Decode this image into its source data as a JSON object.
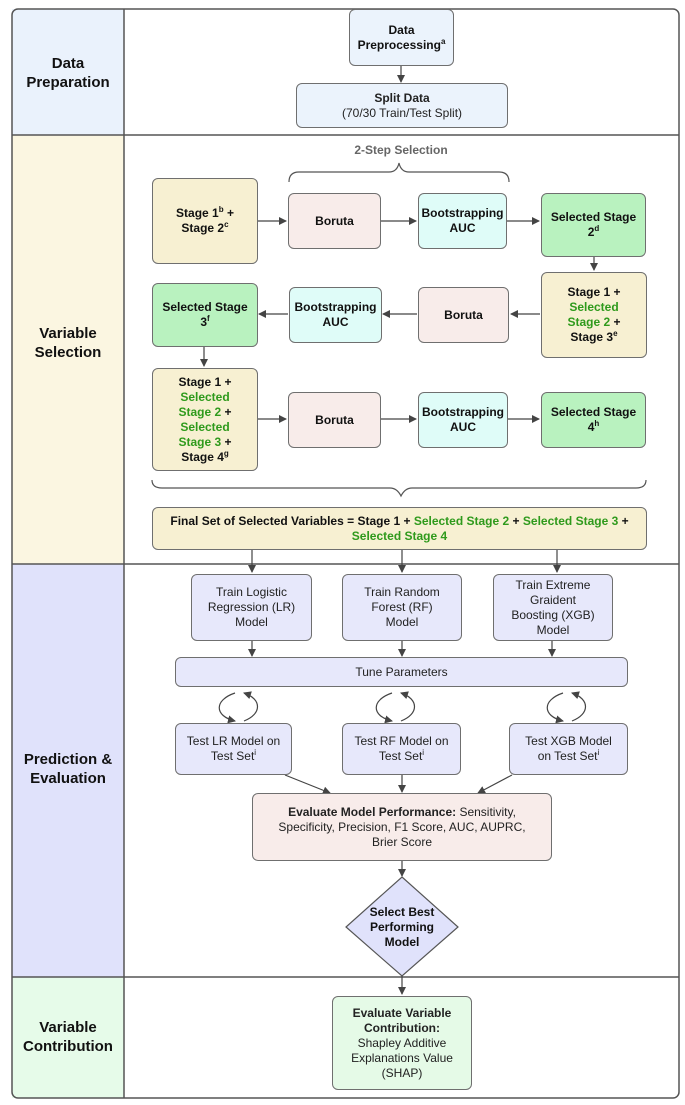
{
  "sections": {
    "data_preparation": "Data Preparation",
    "variable_selection": "Variable Selection",
    "prediction_evaluation": "Prediction & Evaluation",
    "variable_contribution": "Variable Contribution"
  },
  "colors": {
    "prep_bg": "#eaf2fc",
    "selection_bg": "#fbf6e1",
    "prediction_bg": "#e0e2fb",
    "contribution_bg": "#e6fbe9",
    "highlight_green": "#2f9a1c"
  },
  "nodes": {
    "data_preprocessing": {
      "text": "Data Preprocessing",
      "sup": "a"
    },
    "split_data": {
      "title": "Split Data",
      "detail": "(70/30 Train/Test Split)"
    },
    "two_step_label": "2-Step Selection",
    "stage12": {
      "s1": "Stage 1",
      "sup1": "b",
      "plus": "+",
      "s2": "Stage 2",
      "sup2": "c"
    },
    "boruta": "Boruta",
    "bootstrapping_auc": "Bootstrapping AUC",
    "selected_stage2": {
      "text": "Selected Stage 2",
      "sup": "d"
    },
    "stage1_sel2_stage3": {
      "stage1": "Stage 1 +",
      "sel": "Selected",
      "stage2": "Stage 2",
      "plus": "+",
      "stage3": "Stage 3",
      "sup": "e"
    },
    "selected_stage3": {
      "text": "Selected Stage 3",
      "sup": "f"
    },
    "stage1_sel2_sel3_stage4": {
      "stage1": "Stage 1 +",
      "sel_a": "Selected",
      "stage2": "Stage 2",
      "plus_a": "+",
      "sel_b": "Selected",
      "stage3": "Stage 3",
      "plus_b": "+",
      "stage4": "Stage 4",
      "sup": "g"
    },
    "selected_stage4": {
      "text": "Selected Stage 4",
      "sup": "h"
    },
    "final_set": {
      "prefix": "Final Set of Selected Variables = Stage 1 + ",
      "sel2": "Selected Stage 2",
      "plus1": " + ",
      "sel3": "Selected Stage 3",
      "plus2": " + ",
      "sel4": "Selected Stage 4"
    },
    "train_lr": "Train Logistic Regression (LR) Model",
    "train_rf": "Train Random Forest (RF) Model",
    "train_xgb": "Train Extreme Graident Boosting (XGB) Model",
    "tune_parameters": "Tune Parameters",
    "test_lr": {
      "text": "Test LR Model on Test Set",
      "sup": "i"
    },
    "test_rf": {
      "text": "Test RF Model on Test Set",
      "sup": "i"
    },
    "test_xgb": {
      "text": "Test XGB Model on Test Set",
      "sup": "i"
    },
    "evaluate_performance": {
      "bold": "Evaluate Model Performance:",
      "rest": " Sensitivity, Specificity, Precision, F1 Score, AUC, AUPRC, Brier Score"
    },
    "select_best": "Select Best Performing Model",
    "evaluate_contribution": {
      "bold": "Evaluate Variable Contribution:",
      "rest": "Shapley Additive Explanations Value (SHAP)"
    }
  }
}
